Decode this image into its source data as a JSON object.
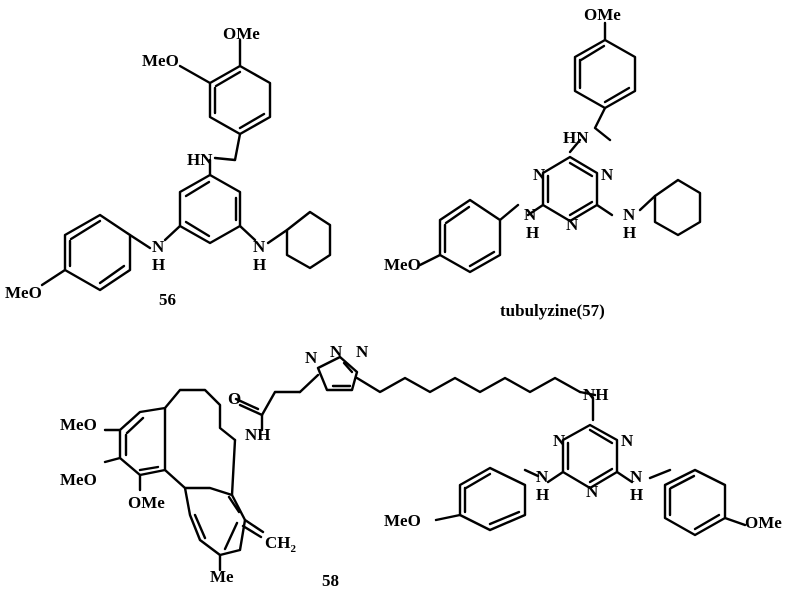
{
  "labels": {
    "c56_OMe": "OMe",
    "c56_MeO_top": "MeO",
    "c56_HN": "HN",
    "c56_N_left": "N",
    "c56_H_left": "H",
    "c56_N_right": "N",
    "c56_H_right": "H",
    "c56_MeO_bottom": "MeO",
    "c57_OMe": "OMe",
    "c57_HN": "HN",
    "c57_N_ring1": "N",
    "c57_N_ring2": "N",
    "c57_N_ring3": "N",
    "c57_N_left": "N",
    "c57_H_left": "H",
    "c57_N_right": "N",
    "c57_H_right": "H",
    "c57_MeO": "MeO",
    "c58_N_tri1": "N",
    "c58_N_tri2": "N",
    "c58_N_tri3": "N",
    "c58_O": "O",
    "c58_NH_amide": "NH",
    "c58_MeO_1": "MeO",
    "c58_MeO_2": "MeO",
    "c58_OMe": "OMe",
    "c58_CH": "CH",
    "c58_CH_sub": "2",
    "c58_Me": "Me",
    "c58_NH_top": "NH",
    "c58_N_ring1": "N",
    "c58_N_ring2": "N",
    "c58_N_ring3": "N",
    "c58_N_left": "N",
    "c58_H_left": "H",
    "c58_N_right": "N",
    "c58_H_right": "H",
    "c58_MeO_bottom": "MeO",
    "c58_OMe_bottom": "OMe"
  },
  "captions": {
    "c56": "56",
    "c57": "tubulyzine(57)",
    "c58": "58"
  }
}
